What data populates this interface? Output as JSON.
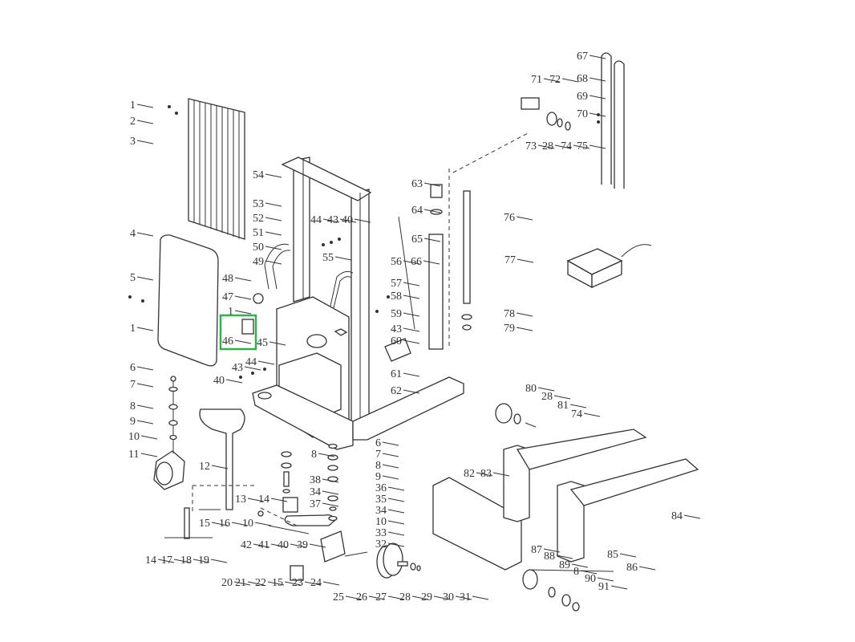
{
  "diagram": {
    "title": "",
    "highlight_color": "#2db34a",
    "highlighted_label": "46",
    "callouts": [
      "1",
      "2",
      "3",
      "4",
      "5",
      "1",
      "6",
      "7",
      "8",
      "9",
      "10",
      "11",
      "12",
      "13",
      "14",
      "15",
      "16",
      "14",
      "17",
      "18",
      "19",
      "20",
      "21",
      "22",
      "15",
      "23",
      "24",
      "10",
      "42",
      "41",
      "40",
      "39",
      "8",
      "38",
      "34",
      "37",
      "6",
      "7",
      "8",
      "9",
      "36",
      "35",
      "34",
      "10",
      "33",
      "32",
      "25",
      "26",
      "27",
      "28",
      "29",
      "30",
      "31",
      "54",
      "53",
      "52",
      "51",
      "50",
      "49",
      "44",
      "43",
      "40",
      "55",
      "56",
      "66",
      "57",
      "58",
      "59",
      "43",
      "60",
      "61",
      "62",
      "48",
      "47",
      "1",
      "46",
      "45",
      "40",
      "43",
      "44",
      "63",
      "64",
      "65",
      "76",
      "77",
      "78",
      "79",
      "80",
      "28",
      "81",
      "74",
      "82",
      "83",
      "84",
      "85",
      "86",
      "87",
      "88",
      "89",
      "8",
      "90",
      "91",
      "67",
      "68",
      "69",
      "70",
      "71",
      "72",
      "73",
      "28",
      "74",
      "75"
    ]
  }
}
